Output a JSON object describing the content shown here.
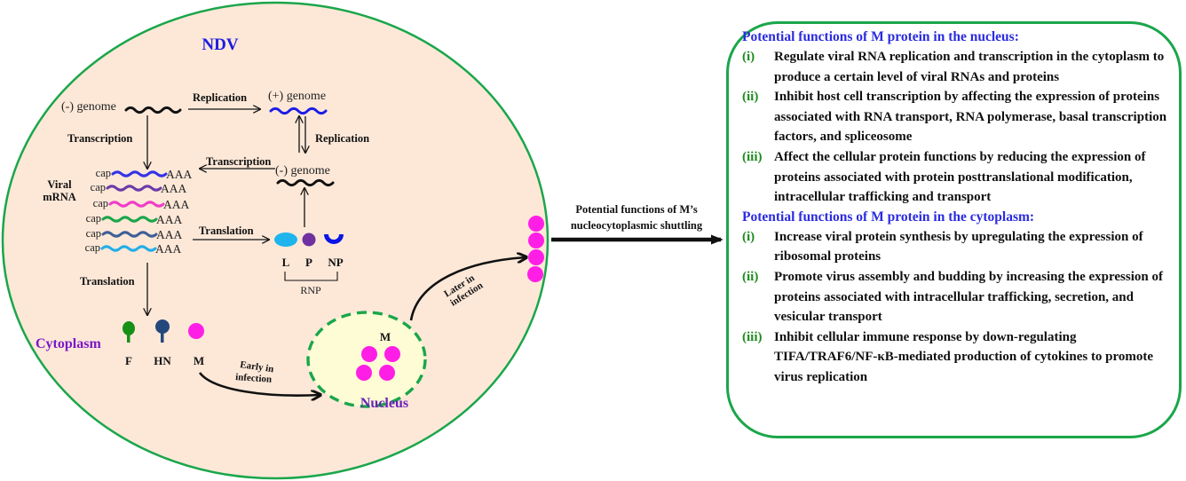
{
  "diagram": {
    "title": "NDV",
    "cell_labels": {
      "cytoplasm": "Cytoplasm",
      "nucleus": "Nucleus",
      "viral_mrna_line1": "Viral",
      "viral_mrna_line2": "mRNA"
    },
    "genomes": {
      "neg_genome_top": "(-) genome",
      "pos_genome": "(+) genome",
      "neg_genome_right": "(-) genome"
    },
    "process_labels": {
      "replication_top": "Replication",
      "replication_right": "Replication",
      "transcription_left": "Transcription",
      "transcription_middle": "Transcription",
      "translation_right": "Translation",
      "translation_down": "Translation"
    },
    "mrna_rows": [
      {
        "cap": "cap",
        "tail": "AAA",
        "color": "#3333e6"
      },
      {
        "cap": "cap",
        "tail": "AAA",
        "color": "#6a3aa8"
      },
      {
        "cap": "cap",
        "tail": "AAA",
        "color": "#f03cc8"
      },
      {
        "cap": "cap",
        "tail": "AAA",
        "color": "#1aa64a"
      },
      {
        "cap": "cap",
        "tail": "AAA",
        "color": "#3e5f96"
      },
      {
        "cap": "cap",
        "tail": "AAA",
        "color": "#22aee8"
      }
    ],
    "rnp": {
      "label": "RNP",
      "components": [
        {
          "name": "L",
          "color": "#1eb4ee"
        },
        {
          "name": "P",
          "color": "#7030a0"
        },
        {
          "name": "NP",
          "color": "#0a14e6"
        }
      ]
    },
    "proteins": [
      {
        "name": "F",
        "color": "#169016"
      },
      {
        "name": "HN",
        "color": "#24487c"
      },
      {
        "name": "M",
        "color": "#ff1ee6"
      }
    ],
    "nucleus_m_label": "M",
    "early_label_line1": "Early in",
    "early_label_line2": "infection",
    "later_label_line1": "Later in",
    "later_label_line2": "infection",
    "shuttling_label_line1": "Potential functions of M’s",
    "shuttling_label_line2": "nucleocytoplasmic shuttling",
    "colors": {
      "cell_fill": "#fde8d8",
      "cell_border": "#1aa64a",
      "nucleus_fill": "#fdfcd4",
      "nucleus_border": "#1aa64a",
      "title": "#1c1ce0",
      "cytoplasm_label": "#7a18c8",
      "nucleus_label": "#6a22b8",
      "m_protein": "#ff1ee6"
    }
  },
  "functions_box": {
    "nucleus_section": {
      "title": "Potential functions of M protein in the nucleus:",
      "items": [
        {
          "num": "(i)",
          "text": "Regulate viral RNA replication and transcription in the cytoplasm to produce a certain level of viral RNAs and proteins"
        },
        {
          "num": "(ii)",
          "text": "Inhibit host cell transcription by affecting the expression of proteins associated with RNA transport, RNA polymerase, basal transcription factors, and spliceosome"
        },
        {
          "num": "(iii)",
          "text": "Affect the cellular protein functions by reducing the expression of proteins associated with protein posttranslational modification, intracellular trafficking and transport"
        }
      ]
    },
    "cytoplasm_section": {
      "title": "Potential functions of M protein in the cytoplasm:",
      "items": [
        {
          "num": "(i)",
          "text": "Increase viral protein synthesis by upregulating the expression of ribosomal proteins"
        },
        {
          "num": "(ii)",
          "text": "Promote virus assembly and budding by increasing the expression of proteins associated with intracellular trafficking, secretion, and vesicular transport"
        },
        {
          "num": "(iii)",
          "text": "Inhibit cellular immune response by down-regulating TIFA/TRAF6/NF-κB-mediated production of cytokines to promote virus replication"
        }
      ]
    }
  }
}
